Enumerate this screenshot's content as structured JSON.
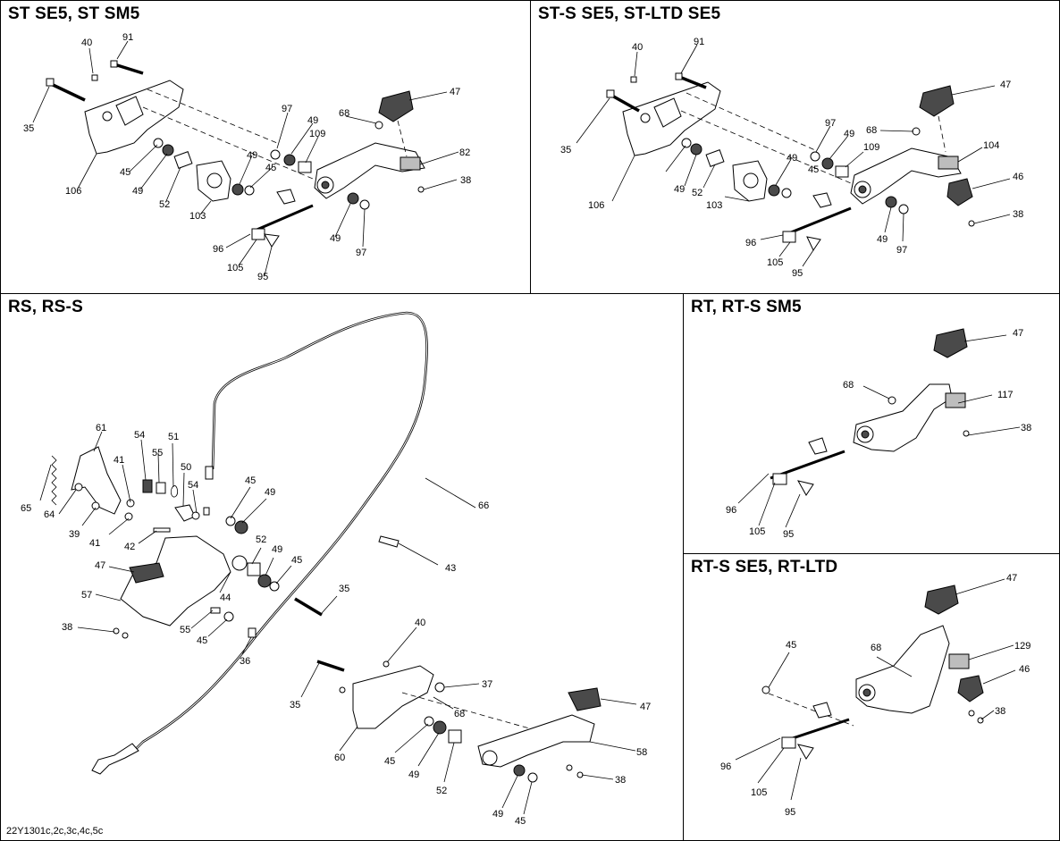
{
  "panels": {
    "st": {
      "title": "ST SE5, ST SM5"
    },
    "sts": {
      "title": "ST-S SE5, ST-LTD SE5"
    },
    "rs": {
      "title": "RS, RS-S"
    },
    "rt": {
      "title": "RT, RT-S SM5"
    },
    "rts": {
      "title": "RT-S SE5, RT-LTD"
    }
  },
  "footer": {
    "code": "22Y1301c,2c,3c,4c,5c"
  },
  "callouts": {
    "st": [
      "40",
      "91",
      "35",
      "97",
      "49",
      "68",
      "47",
      "109",
      "82",
      "45",
      "38",
      "106",
      "49",
      "52",
      "103",
      "49",
      "45",
      "96",
      "105",
      "95",
      "49",
      "97"
    ],
    "sts": [
      "40",
      "91",
      "35",
      "97",
      "49",
      "68",
      "47",
      "109",
      "104",
      "45",
      "46",
      "38",
      "106",
      "49",
      "52",
      "103",
      "49",
      "96",
      "105",
      "95",
      "49",
      "97"
    ],
    "rs": [
      "61",
      "54",
      "55",
      "51",
      "41",
      "50",
      "54",
      "45",
      "49",
      "66",
      "65",
      "64",
      "39",
      "41",
      "42",
      "52",
      "49",
      "45",
      "43",
      "47",
      "57",
      "44",
      "35",
      "38",
      "55",
      "45",
      "36",
      "40",
      "37",
      "35",
      "68",
      "47",
      "60",
      "45",
      "49",
      "58",
      "52",
      "38",
      "49",
      "45"
    ],
    "rt": [
      "47",
      "68",
      "117",
      "38",
      "96",
      "105",
      "95"
    ],
    "rts": [
      "47",
      "45",
      "68",
      "129",
      "46",
      "38",
      "96",
      "105",
      "95"
    ]
  },
  "colors": {
    "line": "#000000",
    "background": "#ffffff",
    "shade": "#4a4a4a"
  }
}
